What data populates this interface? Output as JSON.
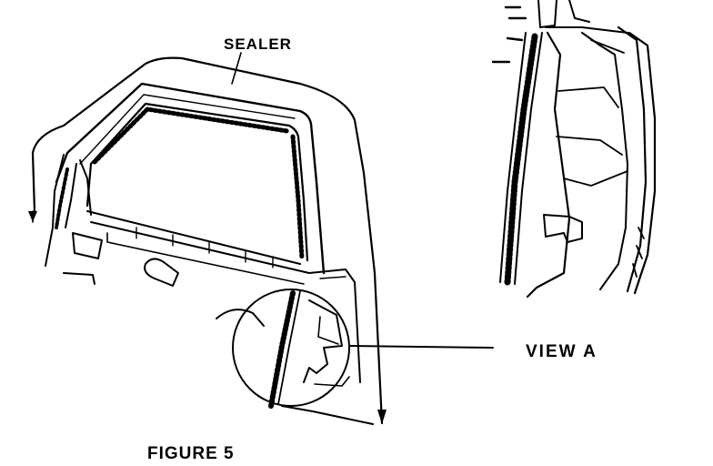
{
  "labels": {
    "sealer": "SEALER",
    "view_a": "VIEW A",
    "figure": "FIGURE 5"
  },
  "colors": {
    "ink": "#000000",
    "paper": "#ffffff"
  }
}
